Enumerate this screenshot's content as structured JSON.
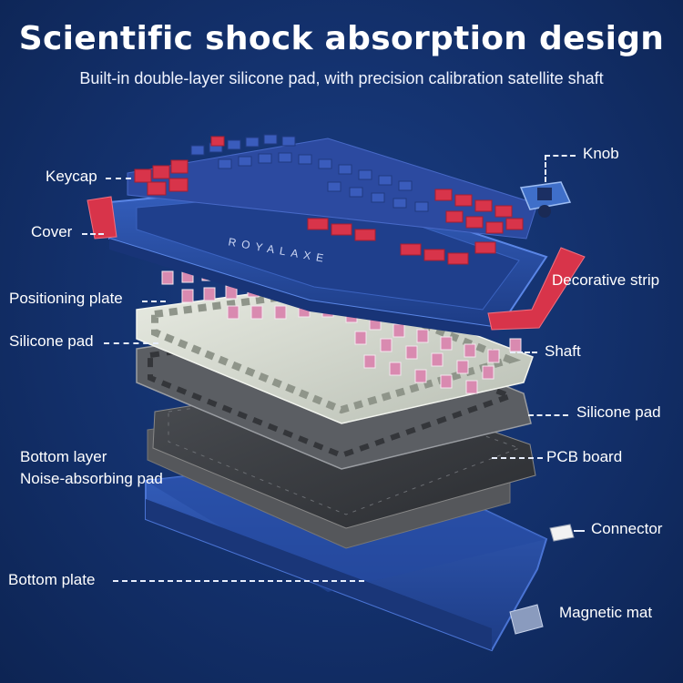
{
  "title": "Scientific shock absorption design",
  "subtitle": "Built-in double-layer silicone pad, with precision calibration satellite shaft",
  "brand": "ROYALAXE",
  "labels": {
    "keycap": "Keycap",
    "cover": "Cover",
    "positioning_plate": "Positioning plate",
    "silicone_pad_left": "Silicone pad",
    "bottom_layer_line1": "Bottom layer",
    "bottom_layer_line2": "Noise-absorbing pad",
    "bottom_plate": "Bottom plate",
    "knob": "Knob",
    "decorative_strip": "Decorative strip",
    "shaft": "Shaft",
    "silicone_pad_right": "Silicone pad",
    "pcb_board": "PCB board",
    "connector": "Connector",
    "magnetic_mat": "Magnetic mat"
  },
  "colors": {
    "background": "#13306b",
    "keycap_blue": "#2c4aa0",
    "keycap_red": "#d8344a",
    "case_blue": "#2a4ea8",
    "plate_light": "#d9ddd2",
    "pcb_dark": "#3a3d42",
    "switch_pink": "#d98ab0"
  }
}
